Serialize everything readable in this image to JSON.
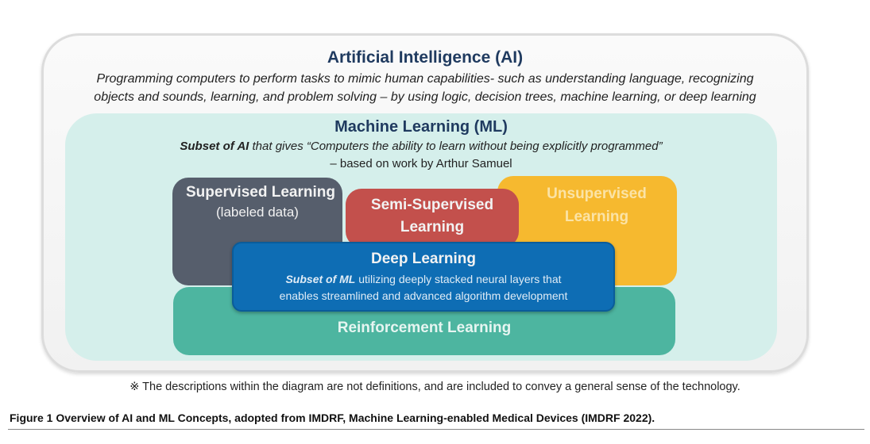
{
  "ai": {
    "title": "Artificial Intelligence (AI)",
    "desc1": "Programming computers to perform tasks to mimic human capabilities- such as understanding language, recognizing",
    "desc2": "objects and sounds, learning, and problem solving – by using logic, decision trees, machine learning, or deep learning"
  },
  "ml": {
    "title": "Machine Learning (ML)",
    "desc_em": "Subset of AI",
    "desc1": " that gives “Computers the ability to learn without being explicitly programmed”",
    "desc2": "– based on work by Arthur Samuel"
  },
  "supervised": {
    "title": "Supervised Learning",
    "sub": "(labeled data)"
  },
  "semi": {
    "line1": "Semi-Supervised",
    "line2": "Learning"
  },
  "unsupervised": {
    "line1": "Unsupervised",
    "line2": "Learning"
  },
  "deep": {
    "title": "Deep Learning",
    "desc_em": "Subset of ML",
    "desc1": " utilizing deeply stacked neural layers that",
    "desc2": "enables streamlined and advanced algorithm development"
  },
  "reinforcement": {
    "title": "Reinforcement Learning"
  },
  "footnote": "※ The descriptions within the diagram are not definitions, and are included to convey a general sense of the technology.",
  "caption": "Figure 1 Overview of AI and ML Concepts, adopted from IMDRF, Machine Learning-enabled Medical Devices (IMDRF 2022)."
}
